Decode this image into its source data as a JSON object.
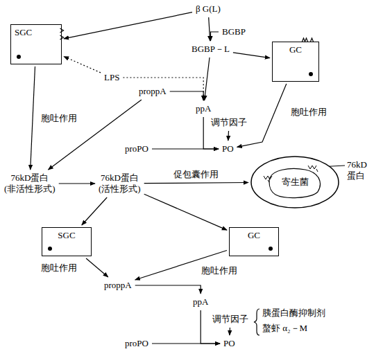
{
  "diagram": {
    "nodes": [
      {
        "text": [
          "β G(L)"
        ]
      },
      {
        "text": [
          "SGC"
        ]
      },
      {
        "text": [
          "BGBP"
        ]
      },
      {
        "text": [
          "BGBP－L"
        ]
      },
      {
        "text": [
          "GC"
        ]
      },
      {
        "text": [
          "LPS"
        ]
      },
      {
        "text": [
          "proppA"
        ]
      },
      {
        "text": [
          "ppA"
        ]
      },
      {
        "text": [
          "调节因子"
        ]
      },
      {
        "text": [
          "proPO"
        ]
      },
      {
        "text": [
          "PO"
        ]
      },
      {
        "text": [
          "76kD蛋白",
          "(非活性形式)"
        ]
      },
      {
        "text": [
          "76kD蛋白",
          "(活性形式)"
        ]
      },
      {
        "text": [
          "寄生菌"
        ]
      },
      {
        "text": [
          "SGC"
        ]
      },
      {
        "text": [
          "GC"
        ]
      },
      {
        "text": [
          "proppA"
        ]
      },
      {
        "text": [
          "ppA"
        ]
      },
      {
        "text": [
          "调节因子"
        ]
      },
      {
        "text": [
          "proPO"
        ]
      },
      {
        "text": [
          "PO"
        ]
      }
    ],
    "edges": [
      {
        "from": 0,
        "to": 1,
        "arrow": "to"
      },
      {
        "from": 0,
        "to": 3,
        "arrow": "to"
      },
      {
        "from": 2,
        "to": 3,
        "arrow": "to"
      },
      {
        "from": 3,
        "to": 4,
        "arrow": "to"
      },
      {
        "from": 5,
        "to": 1,
        "arrow": "to"
      },
      {
        "from": 5,
        "to": 7,
        "arrow": "to"
      },
      {
        "from": 3,
        "to": 7,
        "arrow": "to"
      },
      {
        "from": 6,
        "to": 7,
        "arrow": "to"
      },
      {
        "from": 7,
        "to": 10,
        "arrow": "to"
      },
      {
        "from": 8,
        "to": 10,
        "arrow": "to"
      },
      {
        "from": 9,
        "to": 10,
        "arrow": "to"
      },
      {
        "from": 1,
        "to": 11,
        "label": "胞吐作用",
        "arrow": "to"
      },
      {
        "from": 4,
        "to": 10,
        "label": "胞吐作用",
        "arrow": "to"
      },
      {
        "from": 6,
        "to": 11,
        "arrow": "to"
      },
      {
        "from": 11,
        "to": 12,
        "arrow": "to"
      },
      {
        "from": 12,
        "to": 13,
        "label": "促包囊作用",
        "arrow": "to"
      },
      {
        "from": 12,
        "to": 14,
        "arrow": "to"
      },
      {
        "from": 12,
        "to": 15,
        "arrow": "to"
      },
      {
        "from": 14,
        "to": 16,
        "label": "胞吐作用",
        "arrow": "to"
      },
      {
        "from": 15,
        "to": 16,
        "label": "胞吐作用",
        "arrow": "to"
      },
      {
        "from": 16,
        "to": 17,
        "arrow": "to"
      },
      {
        "from": 17,
        "to": 20,
        "arrow": "to"
      },
      {
        "from": 18,
        "to": 20,
        "arrow": "to"
      },
      {
        "from": 19,
        "to": 20,
        "arrow": "to"
      }
    ],
    "labels": [
      "76kD 蛋白",
      "胰蛋白酶抑制剂",
      "螯虾 α₂－M"
    ]
  }
}
